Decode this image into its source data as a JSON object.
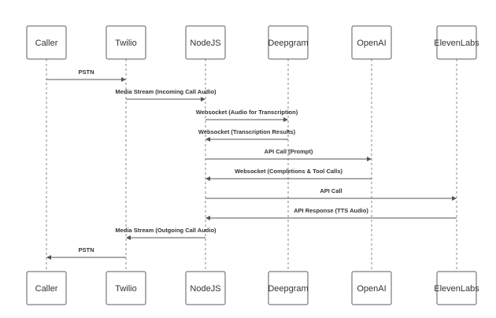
{
  "participants": [
    {
      "id": "caller",
      "label": "Caller"
    },
    {
      "id": "twilio",
      "label": "Twilio"
    },
    {
      "id": "nodejs",
      "label": "NodeJS"
    },
    {
      "id": "deepgram",
      "label": "Deepgram"
    },
    {
      "id": "openai",
      "label": "OpenAI"
    },
    {
      "id": "elevenlabs",
      "label": "ElevenLabs"
    }
  ],
  "messages": [
    {
      "from": "caller",
      "to": "twilio",
      "label": "PSTN"
    },
    {
      "from": "twilio",
      "to": "nodejs",
      "label": "Media Stream (Incoming Call Audio)"
    },
    {
      "from": "nodejs",
      "to": "deepgram",
      "label": "Websocket (Audio for Transcription)"
    },
    {
      "from": "deepgram",
      "to": "nodejs",
      "label": "Websocket (Transcription Results)"
    },
    {
      "from": "nodejs",
      "to": "openai",
      "label": "API Call (Prompt)"
    },
    {
      "from": "openai",
      "to": "nodejs",
      "label": "Websocket (Completions & Tool Calls)"
    },
    {
      "from": "nodejs",
      "to": "elevenlabs",
      "label": "API Call"
    },
    {
      "from": "elevenlabs",
      "to": "nodejs",
      "label": "API Response (TTS Audio)"
    },
    {
      "from": "nodejs",
      "to": "twilio",
      "label": "Media Stream (Outgoing Call Audio)"
    },
    {
      "from": "twilio",
      "to": "caller",
      "label": "PSTN"
    }
  ]
}
